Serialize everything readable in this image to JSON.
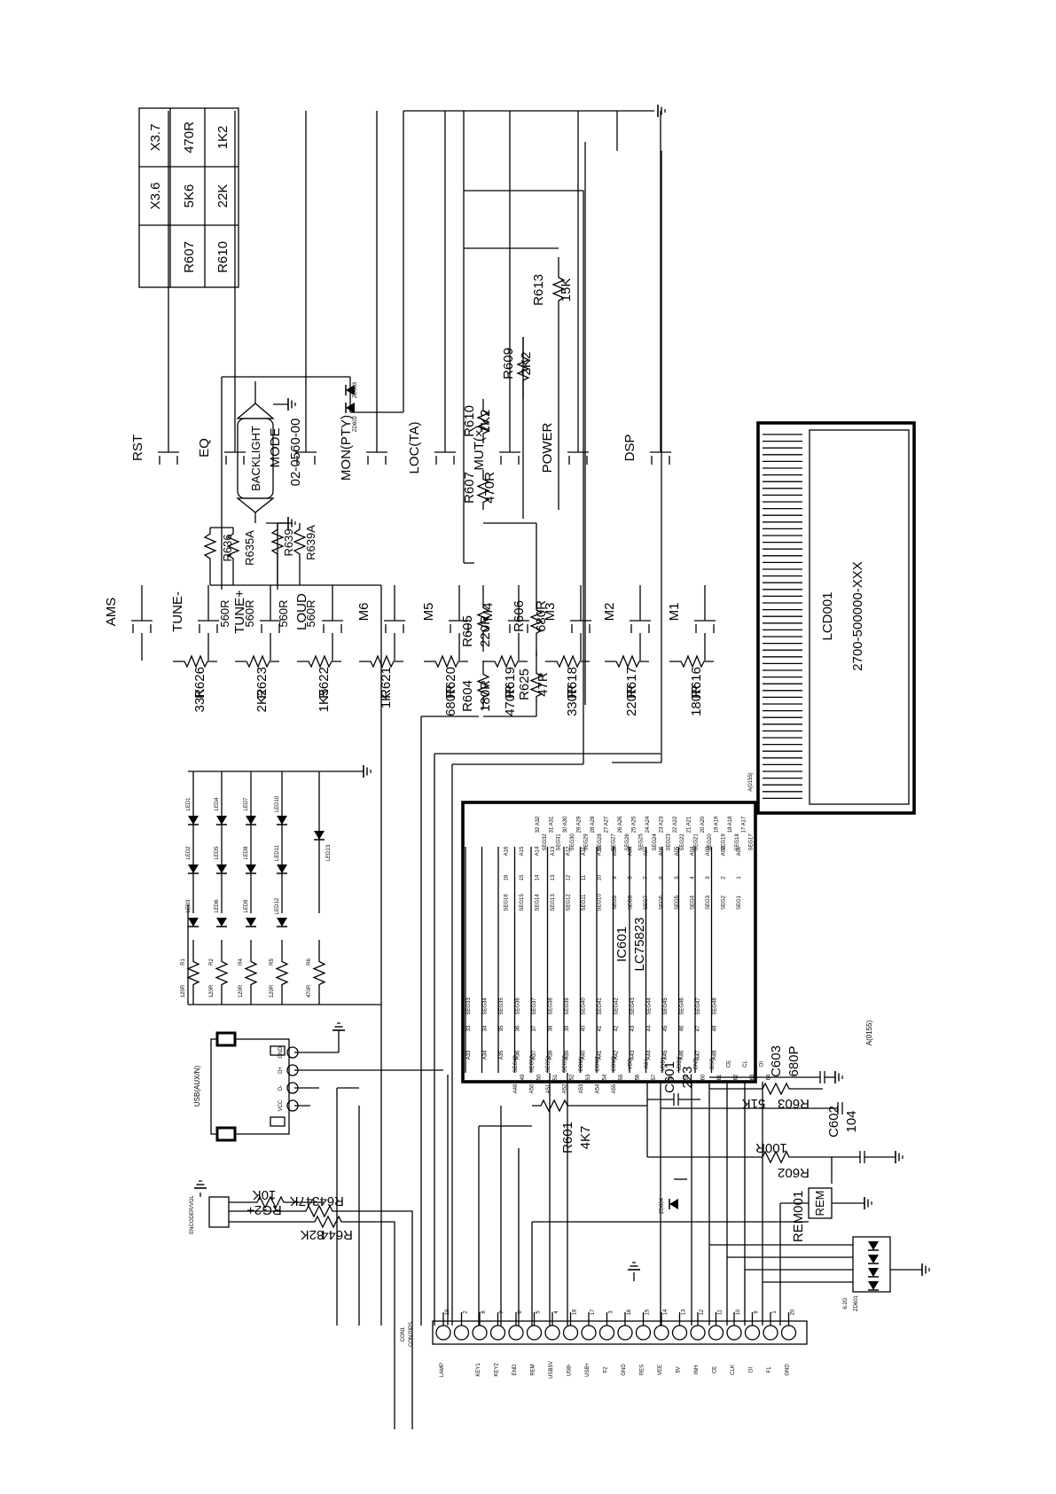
{
  "value_table": {
    "header": [
      "",
      "X3.6",
      "X3.7"
    ],
    "rows": [
      [
        "R607",
        "5K6",
        "470R"
      ],
      [
        "R610",
        "22K",
        "1K2"
      ]
    ]
  },
  "keys_top": [
    {
      "label": "DSP",
      "res": "R604",
      "val": "180R"
    },
    {
      "label": "POWER",
      "res": "R605",
      "val": "220R"
    },
    {
      "label": "MUT(×)",
      "res": "R607",
      "val": "470R"
    },
    {
      "label": "LOC(TA)",
      "res": "R610",
      "val": "1K2"
    },
    {
      "label": "MON(PTY)",
      "res": "R609",
      "val": "2K2"
    },
    {
      "label": "MODE",
      "res": "R613",
      "val": "15K"
    },
    {
      "label": "EQ",
      "res": "R606",
      "val": "680R"
    },
    {
      "label": "RST",
      "res": "R625",
      "val": "47R"
    }
  ],
  "keys_bottom": [
    {
      "label": "M1",
      "res": "R616",
      "val": "180R"
    },
    {
      "label": "M2",
      "res": "R617",
      "val": "220R"
    },
    {
      "label": "M3",
      "res": "R618",
      "val": "330R"
    },
    {
      "label": "M4",
      "res": "R619",
      "val": "470R"
    },
    {
      "label": "M5",
      "res": "R620",
      "val": "680R"
    },
    {
      "label": "M6",
      "res": "R621",
      "val": "1K"
    },
    {
      "label": "LOUD",
      "res": "R622",
      "val": "1K5"
    },
    {
      "label": "TUNE+",
      "res": "R623",
      "val": "2K2"
    },
    {
      "label": "TUNE-",
      "res": "R626",
      "val": "33K"
    },
    {
      "label": "AMS",
      "res": "",
      "val": ""
    }
  ],
  "backlight": {
    "label": "BACKLIGHT",
    "part": "02-0560-00",
    "zeners": [
      "ZD603",
      "ZD602"
    ],
    "resistors": [
      {
        "name": "R636",
        "val": "560R"
      },
      {
        "name": "R635A",
        "val": "560R"
      },
      {
        "name": "R639",
        "val": "560R"
      },
      {
        "name": "R639A",
        "val": "560R"
      }
    ]
  },
  "leds": {
    "names": [
      "LED1",
      "LED2",
      "LED3",
      "LED4",
      "LED5",
      "LED6",
      "LED7",
      "LED8",
      "LED9",
      "LED10",
      "LED11",
      "LED12",
      "LED13"
    ],
    "resistors": [
      {
        "name": "R1",
        "val": "120R"
      },
      {
        "name": "R2",
        "val": "120R"
      },
      {
        "name": "R4",
        "val": "120R"
      },
      {
        "name": "R5",
        "val": "120R"
      },
      {
        "name": "R6",
        "val": "470R"
      }
    ]
  },
  "ic": {
    "name": "IC601",
    "part": "LC75823",
    "top_labels": [
      "32 A32",
      "31 A31",
      "30 A30",
      "29 A29",
      "28 A28",
      "27 A27",
      "26 A26",
      "25 A25",
      "24 A24",
      "23 A23",
      "22 A22",
      "21 A21",
      "20 A20",
      "19 A19",
      "18 A18",
      "17 A17"
    ],
    "top_seg": [
      "SEG32",
      "SEG31",
      "SEG30",
      "SEG29",
      "SEG28",
      "SEG27",
      "SEG26",
      "SEG25",
      "SEG24",
      "SEG23",
      "SEG22",
      "SEG21",
      "SEG20",
      "SEG19",
      "SEG18",
      "SEG17"
    ],
    "left_a": [
      "A33",
      "A34",
      "A35",
      "A36",
      "A37",
      "A38",
      "A39",
      "A40",
      "A41",
      "A42",
      "A43",
      "A44",
      "A45",
      "A46",
      "A47",
      "A48"
    ],
    "left_num": [
      "33",
      "34",
      "35",
      "36",
      "37",
      "38",
      "39",
      "40",
      "41",
      "42",
      "43",
      "44",
      "45",
      "46",
      "47",
      "48"
    ],
    "left_seg": [
      "SEG33",
      "SEG34",
      "SEG35",
      "SEG36",
      "SEG37",
      "SEG38",
      "SEG39",
      "SEG40",
      "SEG41",
      "SEG42",
      "SEG43",
      "SEG44",
      "SEG45",
      "SEG46",
      "SEG47",
      "SEG48"
    ],
    "right_a": [
      "A16",
      "A15",
      "A14",
      "A13",
      "A12",
      "A11",
      "A10",
      "A09",
      "A08",
      "A07",
      "A06",
      "A05",
      "A04",
      "A03",
      "A02",
      "A01"
    ],
    "right_num": [
      "16",
      "15",
      "14",
      "13",
      "12",
      "11",
      "10",
      "9",
      "8",
      "7",
      "6",
      "5",
      "4",
      "3",
      "2",
      "1"
    ],
    "right_seg": [
      "SEG16",
      "SEG15",
      "SEG14",
      "SEG13",
      "SEG12",
      "SEG11",
      "SEG10",
      "SEG9",
      "SEG8",
      "SEG7",
      "SEG6",
      "SEG5",
      "SEG4",
      "SEG3",
      "SEG2",
      "SEG1"
    ],
    "bottom_a": [
      "A49",
      "A50",
      "A51",
      "A52",
      "A53",
      "A54",
      "A55",
      "",
      "",
      "",
      "",
      "",
      "",
      "",
      "",
      ""
    ],
    "bottom_num": [
      "49",
      "50",
      "51",
      "52",
      "53",
      "54",
      "55",
      "56",
      "57",
      "58",
      "59",
      "60",
      "61",
      "62",
      "63",
      "64"
    ],
    "bottom_seg": [
      "SEG49",
      "SEG50",
      "SEG51",
      "SEG52",
      "COM1",
      "COM2",
      "COM3",
      "VDD",
      "INH",
      "VDD1",
      "VDD2",
      "GND",
      "OSC",
      "CE",
      "CL",
      "DI"
    ],
    "tag": "A(0155)"
  },
  "lcd": {
    "name": "LCD001",
    "part": "2700-500000-XXX",
    "tag": "A(0155)"
  },
  "usb": {
    "name": "USB(AUX/N)",
    "pins": [
      "GND",
      "D+",
      "D-",
      "VCC"
    ]
  },
  "encoder": {
    "name": "ENCODER/VOL"
  },
  "misc": {
    "R643": {
      "name": "R643",
      "val": "47K"
    },
    "R644": {
      "name": "R644",
      "val": "82K"
    },
    "RG2": {
      "name": "RG2+",
      "val": "10K"
    },
    "R601": {
      "name": "R601",
      "val": "4K7"
    },
    "R602": {
      "name": "R602",
      "val": "100R"
    },
    "R603": {
      "name": "R603",
      "val": "51K"
    },
    "C601": {
      "name": "C601",
      "val": "223"
    },
    "C602": {
      "name": "C602",
      "val": "104"
    },
    "C603": {
      "name": "C603",
      "val": "680P"
    },
    "ZD604": "ZD604",
    "REM": {
      "name": "REM001",
      "label": "REM"
    },
    "ZD601": {
      "name": "ZD601",
      "val": "6.2G"
    }
  },
  "connector": {
    "name": "CON1",
    "part": "CON20PS",
    "pins": [
      {
        "label": "LAMP",
        "num": "19"
      },
      {
        "label": "",
        "num": "2"
      },
      {
        "label": "KEY1",
        "num": "8"
      },
      {
        "label": "KEY2",
        "num": "7"
      },
      {
        "label": "END",
        "num": "6"
      },
      {
        "label": "REM",
        "num": "5"
      },
      {
        "label": "USB5V",
        "num": "4"
      },
      {
        "label": "USB-",
        "num": "18"
      },
      {
        "label": "USB+",
        "num": "17"
      },
      {
        "label": "F2",
        "num": "3"
      },
      {
        "label": "GND",
        "num": "16"
      },
      {
        "label": "RES",
        "num": "15"
      },
      {
        "label": "VEE",
        "num": "14"
      },
      {
        "label": "5V",
        "num": "13"
      },
      {
        "label": "INH",
        "num": "12"
      },
      {
        "label": "CE",
        "num": "11"
      },
      {
        "label": "CLK",
        "num": "10"
      },
      {
        "label": "DI",
        "num": "9"
      },
      {
        "label": "F1",
        "num": "1"
      },
      {
        "label": "GND",
        "num": "20"
      }
    ]
  }
}
